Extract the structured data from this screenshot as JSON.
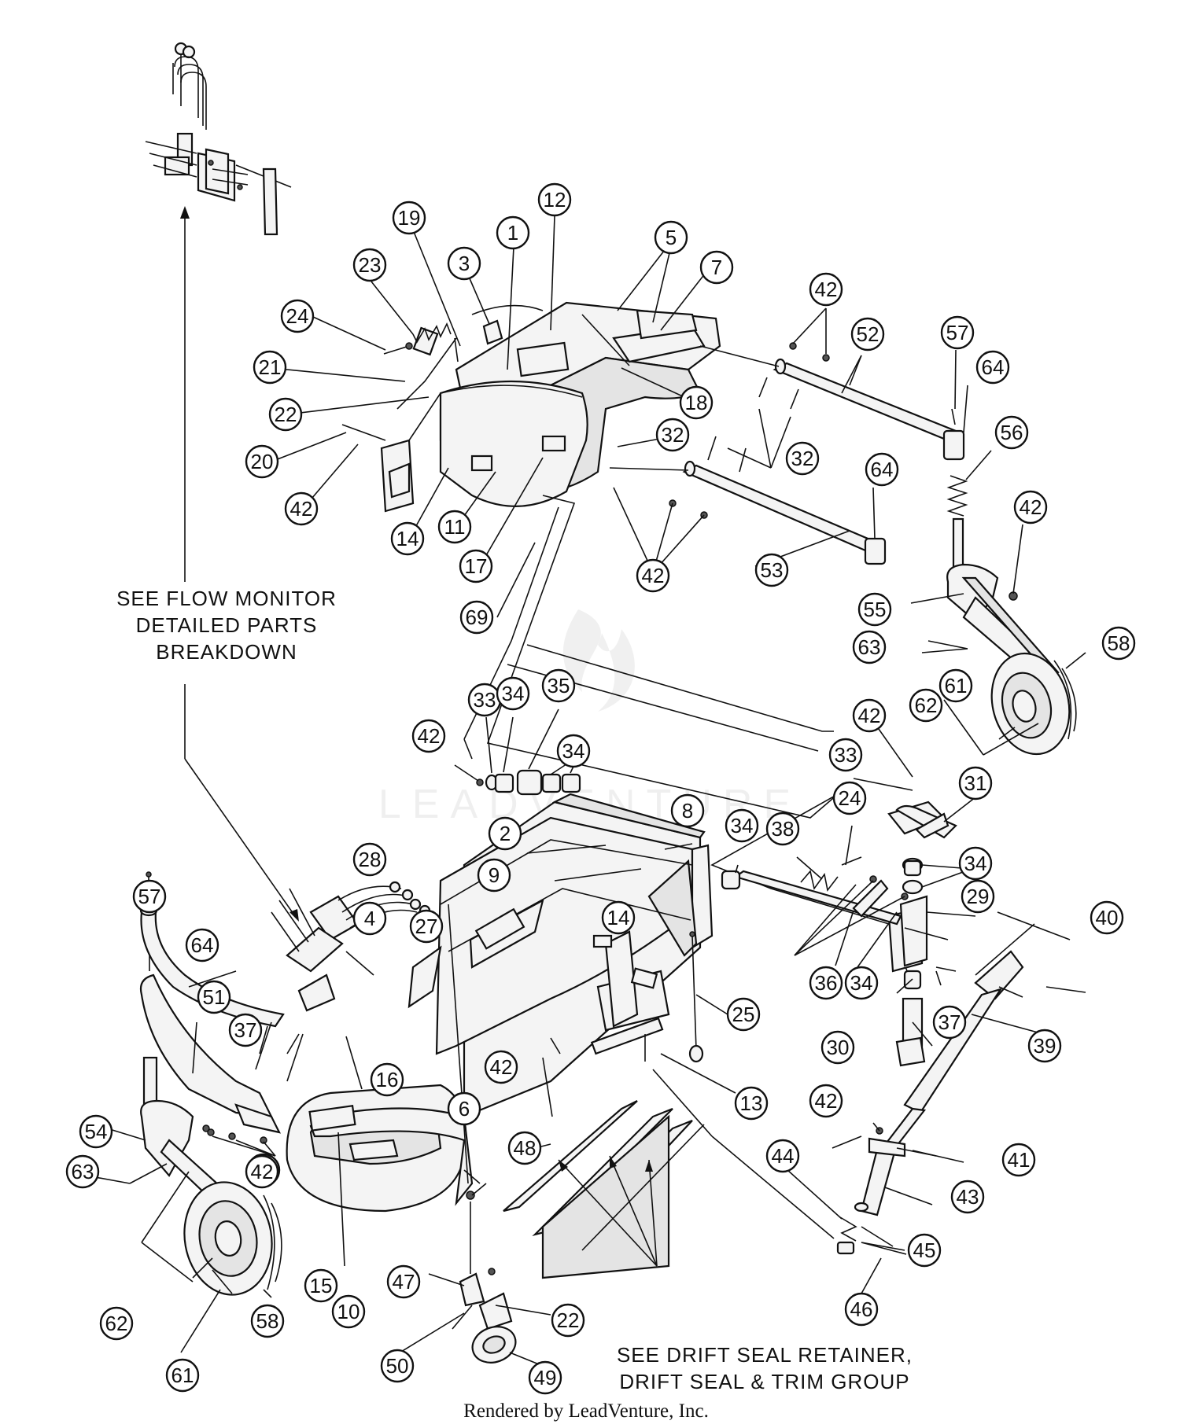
{
  "notes": {
    "flow_monitor": [
      "SEE FLOW MONITOR",
      "DETAILED PARTS",
      "BREAKDOWN"
    ],
    "drift_seal": [
      "SEE DRIFT SEAL RETAINER,",
      "DRIFT SEAL & TRIM GROUP"
    ]
  },
  "watermark": "LEADVENTURE",
  "credit": "Rendered by LeadVenture, Inc.",
  "callouts": [
    {
      "label": "19"
    },
    {
      "label": "1"
    },
    {
      "label": "12"
    },
    {
      "label": "5"
    },
    {
      "label": "7"
    },
    {
      "label": "23"
    },
    {
      "label": "3"
    },
    {
      "label": "24"
    },
    {
      "label": "21"
    },
    {
      "label": "22"
    },
    {
      "label": "20"
    },
    {
      "label": "42"
    },
    {
      "label": "14"
    },
    {
      "label": "11"
    },
    {
      "label": "17"
    },
    {
      "label": "69"
    },
    {
      "label": "18"
    },
    {
      "label": "32"
    },
    {
      "label": "42"
    },
    {
      "label": "32"
    },
    {
      "label": "42"
    },
    {
      "label": "52"
    },
    {
      "label": "53"
    },
    {
      "label": "64"
    },
    {
      "label": "57"
    },
    {
      "label": "64"
    },
    {
      "label": "56"
    },
    {
      "label": "42"
    },
    {
      "label": "55"
    },
    {
      "label": "63"
    },
    {
      "label": "58"
    },
    {
      "label": "61"
    },
    {
      "label": "62"
    },
    {
      "label": "42"
    },
    {
      "label": "33"
    },
    {
      "label": "34"
    },
    {
      "label": "35"
    },
    {
      "label": "34"
    },
    {
      "label": "2"
    },
    {
      "label": "8"
    },
    {
      "label": "34"
    },
    {
      "label": "38"
    },
    {
      "label": "42"
    },
    {
      "label": "33"
    },
    {
      "label": "31"
    },
    {
      "label": "24"
    },
    {
      "label": "34"
    },
    {
      "label": "29"
    },
    {
      "label": "40"
    },
    {
      "label": "28"
    },
    {
      "label": "9"
    },
    {
      "label": "27"
    },
    {
      "label": "4"
    },
    {
      "label": "14"
    },
    {
      "label": "42"
    },
    {
      "label": "36"
    },
    {
      "label": "34"
    },
    {
      "label": "37"
    },
    {
      "label": "25"
    },
    {
      "label": "30"
    },
    {
      "label": "39"
    },
    {
      "label": "57"
    },
    {
      "label": "64"
    },
    {
      "label": "51"
    },
    {
      "label": "37"
    },
    {
      "label": "16"
    },
    {
      "label": "42"
    },
    {
      "label": "13"
    },
    {
      "label": "6"
    },
    {
      "label": "48"
    },
    {
      "label": "42"
    },
    {
      "label": "41"
    },
    {
      "label": "43"
    },
    {
      "label": "44"
    },
    {
      "label": "45"
    },
    {
      "label": "54"
    },
    {
      "label": "42"
    },
    {
      "label": "63"
    },
    {
      "label": "15"
    },
    {
      "label": "10"
    },
    {
      "label": "47"
    },
    {
      "label": "22"
    },
    {
      "label": "46"
    },
    {
      "label": "62"
    },
    {
      "label": "58"
    },
    {
      "label": "61"
    },
    {
      "label": "50"
    },
    {
      "label": "49"
    }
  ]
}
